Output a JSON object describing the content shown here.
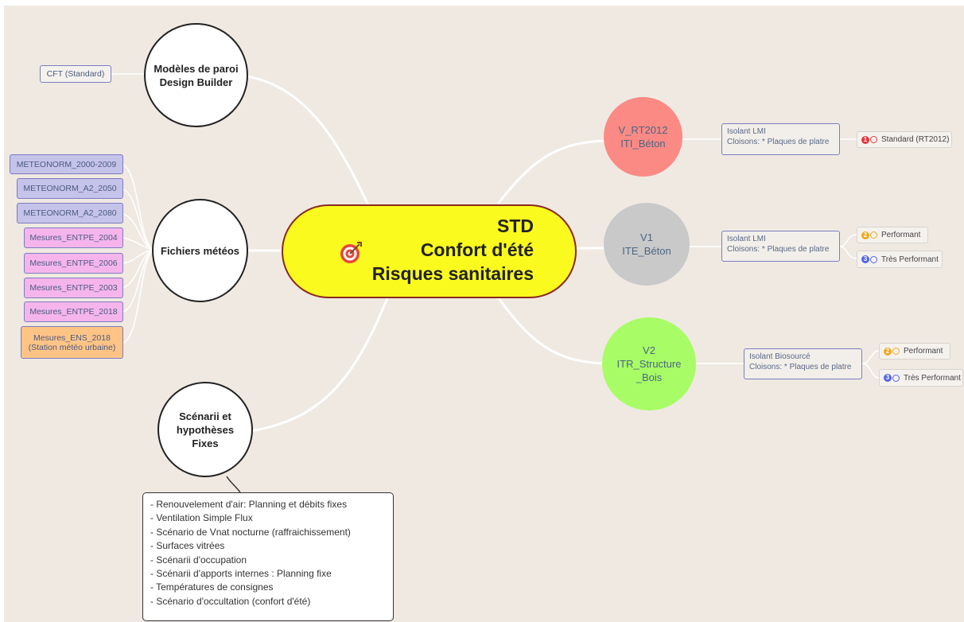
{
  "central": {
    "text": "STD\nConfort d'été\nRisques sanitaires",
    "icon": "target-icon"
  },
  "topics": {
    "walls": "Modèles de paroi\nDesign Builder",
    "weather": "Fichiers météos",
    "scenarios": "Scénarii et\nhypothèses\nFixes"
  },
  "wall_tag": "CFT (Standard)",
  "weather_files": [
    {
      "label": "METEONORM_2000-2009",
      "kind": "forecast"
    },
    {
      "label": "METEONORM_A2_2050",
      "kind": "forecast"
    },
    {
      "label": "METEONORM_A2_2080",
      "kind": "forecast"
    },
    {
      "label": "Mesures_ENTPE_2004",
      "kind": "measure"
    },
    {
      "label": "Mesures_ENTPE_2006",
      "kind": "measure"
    },
    {
      "label": "Mesures_ENTPE_2003",
      "kind": "measure"
    },
    {
      "label": "Mesures_ENTPE_2018",
      "kind": "measure"
    },
    {
      "label": "Mesures_ENS_2018\n(Station météo urbaine)",
      "kind": "urban"
    }
  ],
  "scenario_items": [
    "- Renouvelement d'air: Planning et débits fixes",
    "- Ventilation Simple Flux",
    "- Scénario de Vnat nocturne (raffraichissement)",
    "- Surfaces vitrées",
    "- Scénarii d'occupation",
    "- Scénarii d'apports internes : Planning fixe",
    "- Températures de consignes",
    "- Scénario d'occultation (confort d'été)"
  ],
  "variants": [
    {
      "name": "V_RT2012\nITI_Béton",
      "color": "#fb8a85",
      "desc": "Isolant LMI\nCloisons: * Plaques de platre",
      "levels": [
        {
          "num": "1",
          "label": "Standard (RT2012)",
          "color": "#e8353a"
        }
      ]
    },
    {
      "name": "V1\nITE_Béton",
      "color": "#c9c9c9",
      "desc": "Isolant LMI\nCloisons: * Plaques de platre",
      "levels": [
        {
          "num": "2",
          "label": "Performant",
          "color": "#f2a81d"
        },
        {
          "num": "3",
          "label": "Très Performant",
          "color": "#5264e8"
        }
      ]
    },
    {
      "name": "V2\nITR_Structure\n_Bois",
      "color": "#a8fd66",
      "desc": "Isolant Biosourcé\nCloisons: * Plaques de platre",
      "levels": [
        {
          "num": "2",
          "label": "Performant",
          "color": "#f2a81d"
        },
        {
          "num": "3",
          "label": "Très Performant",
          "color": "#5264e8"
        }
      ]
    }
  ],
  "colors": {
    "background": "#efe9e2",
    "central_fill": "#fafa1e",
    "forecast_fill": "#c5c3ea",
    "measure_fill": "#f5b5ec",
    "urban_fill": "#fdc486",
    "tag_fill": "#f5f2ee"
  }
}
